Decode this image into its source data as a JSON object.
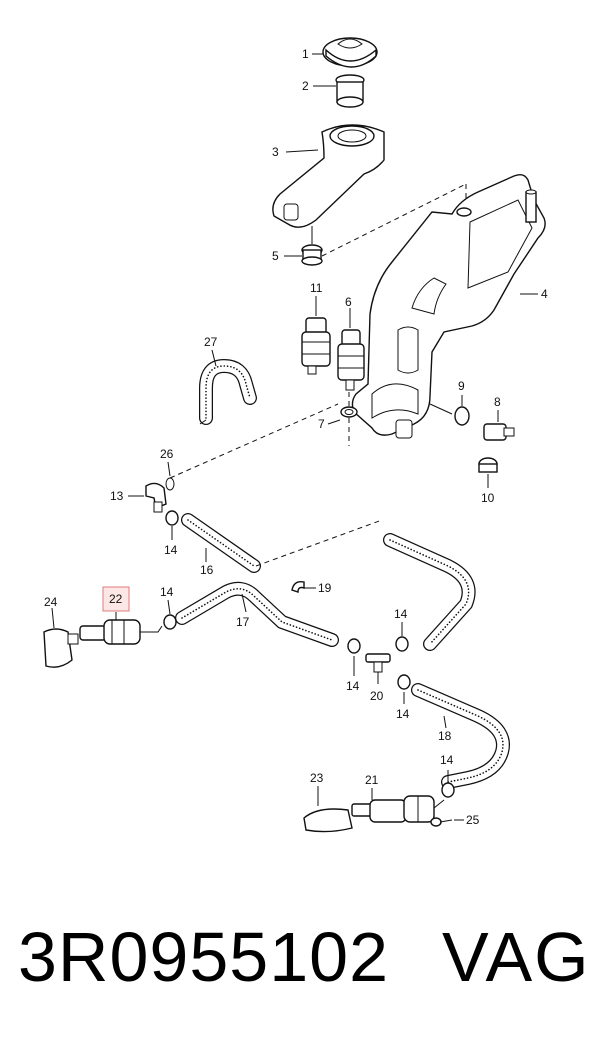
{
  "callouts": {
    "c1": "1",
    "c2": "2",
    "c3": "3",
    "c4": "4",
    "c5": "5",
    "c6": "6",
    "c7": "7",
    "c8": "8",
    "c9": "9",
    "c10": "10",
    "c11": "11",
    "c13": "13",
    "c14a": "14",
    "c14b": "14",
    "c14c": "14",
    "c14d": "14",
    "c14e": "14",
    "c14f": "14",
    "c16": "16",
    "c17": "17",
    "c18": "18",
    "c19": "19",
    "c20": "20",
    "c21": "21",
    "c22": "22",
    "c23": "23",
    "c24": "24",
    "c25": "25",
    "c26": "26",
    "c27": "27"
  },
  "highlight": {
    "fill": "#fde6e6",
    "border": "#e07a7a"
  },
  "footer": {
    "part_number": "3R0955102",
    "brand": "VAG"
  }
}
